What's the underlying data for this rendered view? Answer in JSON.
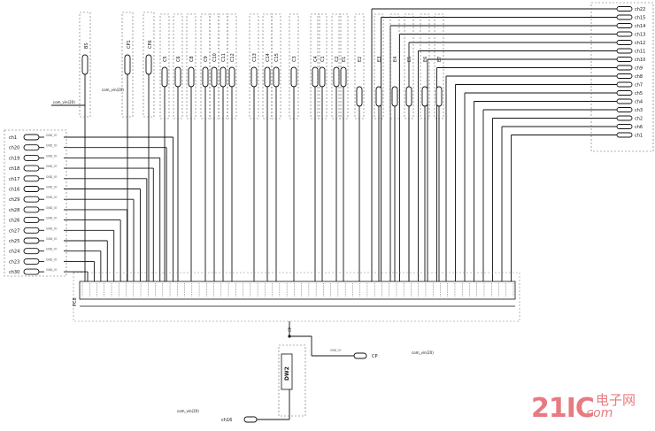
{
  "left_connectors": [
    "ch1",
    "ch20",
    "ch19",
    "ch18",
    "ch17",
    "ch16",
    "ch29",
    "ch28",
    "ch26",
    "ch27",
    "ch25",
    "ch24",
    "ch23",
    "ch30"
  ],
  "right_connectors": [
    "ch22",
    "ch15",
    "ch14",
    "ch13",
    "ch12",
    "ch11",
    "ch10",
    "ch9",
    "ch8",
    "ch7",
    "ch5",
    "ch4",
    "ch3",
    "ch2",
    "ch6",
    "ch1"
  ],
  "top_connectors_a": [
    "BS",
    "CP1",
    "CP6"
  ],
  "top_connectors_b": [
    "C5",
    "C6",
    "C8",
    "C9",
    "C10",
    "C11",
    "C12",
    "C13",
    "C14",
    "C15",
    "C3",
    "C4",
    "C1",
    "C2",
    "E1",
    "E2",
    "E3",
    "E4",
    "E5",
    "E6",
    "E7"
  ],
  "com_labels": [
    "com_vin(20)",
    "com_vin(20)",
    "com_vin(20)",
    "com_vin(20)"
  ],
  "main_component_ref": "PC8",
  "sub_component_ref": "DW2",
  "cp_label": "CP",
  "bottom_connector": "ch16",
  "watermark": {
    "number": "21IC",
    "cn": "电子网",
    "com": ".com"
  }
}
